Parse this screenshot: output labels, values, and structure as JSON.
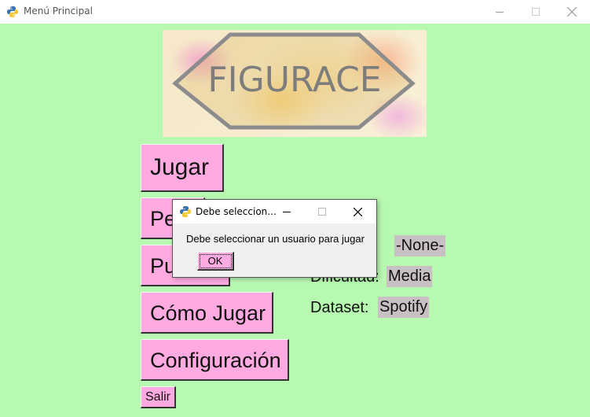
{
  "window": {
    "title": "Menú Principal"
  },
  "logo": {
    "text": "FIGURACE"
  },
  "menu": {
    "jugar": "Jugar",
    "perfil": "Perfil",
    "puntajes": "Puntajes",
    "como_jugar": "Cómo Jugar",
    "configuracion": "Configuración",
    "salir": "Salir"
  },
  "info": {
    "user_value": "-None-",
    "difficulty_label": "Dificultad:",
    "difficulty_value": "Media",
    "dataset_label": "Dataset:",
    "dataset_value": "Spotify"
  },
  "dialog": {
    "title": "Debe seleccion...",
    "message": "Debe seleccionar un usuario para jugar",
    "ok_label": "OK"
  },
  "colors": {
    "background": "#b8f9b1",
    "button": "#ffaae0",
    "value_box": "#c9c0c4"
  }
}
